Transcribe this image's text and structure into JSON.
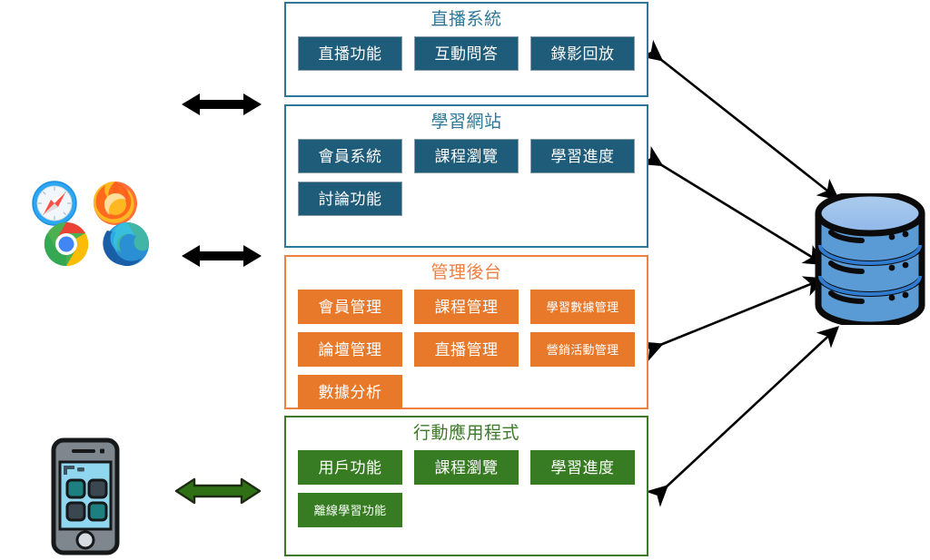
{
  "diagram": {
    "type": "system-architecture",
    "clients": [
      {
        "name": "browsers",
        "icons": [
          "safari-icon",
          "firefox-icon",
          "chrome-icon",
          "edge-icon"
        ]
      },
      {
        "name": "mobile-device",
        "icons": [
          "smartphone-icon"
        ]
      }
    ],
    "storage": {
      "name": "database-cylinder",
      "icon": "database-icon",
      "color": "#5B9BD5"
    },
    "connector_arrows": {
      "client_to_panel": [
        {
          "from": "browsers",
          "to": "panel-live-streaming",
          "color": "#000000",
          "style": "double-headed"
        },
        {
          "from": "browsers",
          "to": "panel-admin-backend",
          "color": "#000000",
          "style": "double-headed"
        },
        {
          "from": "mobile-device",
          "to": "panel-mobile-app",
          "color": "#3C7A28",
          "style": "double-headed"
        }
      ],
      "panel_to_database": [
        {
          "from": "panel-live-streaming",
          "to": "database-cylinder",
          "style": "double-headed"
        },
        {
          "from": "panel-learning-website",
          "to": "database-cylinder",
          "style": "double-headed"
        },
        {
          "from": "panel-admin-backend",
          "to": "database-cylinder",
          "style": "double-headed"
        },
        {
          "from": "panel-mobile-app",
          "to": "database-cylinder",
          "style": "double-headed"
        }
      ]
    },
    "panels": [
      {
        "id": "panel-live-streaming",
        "title": "直播系統",
        "color": "#2E7799",
        "item_color": "#1F5C7A",
        "items": [
          {
            "label": "直播功能",
            "small": false
          },
          {
            "label": "互動問答",
            "small": false
          },
          {
            "label": "錄影回放",
            "small": false
          }
        ]
      },
      {
        "id": "panel-learning-website",
        "title": "學習網站",
        "color": "#2E7799",
        "item_color": "#1F5C7A",
        "items": [
          {
            "label": "會員系統",
            "small": false
          },
          {
            "label": "課程瀏覽",
            "small": false
          },
          {
            "label": "學習進度",
            "small": false
          },
          {
            "label": "討論功能",
            "small": false
          }
        ]
      },
      {
        "id": "panel-admin-backend",
        "title": "管理後台",
        "color": "#ED8043",
        "item_color": "#E8792B",
        "items": [
          {
            "label": "會員管理",
            "small": false
          },
          {
            "label": "課程管理",
            "small": false
          },
          {
            "label": "學習數據管理",
            "small": true
          },
          {
            "label": "論壇管理",
            "small": false
          },
          {
            "label": "直播管理",
            "small": false
          },
          {
            "label": "營銷活動管理",
            "small": true
          },
          {
            "label": "數據分析",
            "small": false
          }
        ]
      },
      {
        "id": "panel-mobile-app",
        "title": "行動應用程式",
        "color": "#3C7A28",
        "item_color": "#377C22",
        "items": [
          {
            "label": "用戶功能",
            "small": false
          },
          {
            "label": "課程瀏覽",
            "small": false
          },
          {
            "label": "學習進度",
            "small": false
          },
          {
            "label": "離線學習功能",
            "small": true
          }
        ]
      }
    ]
  }
}
